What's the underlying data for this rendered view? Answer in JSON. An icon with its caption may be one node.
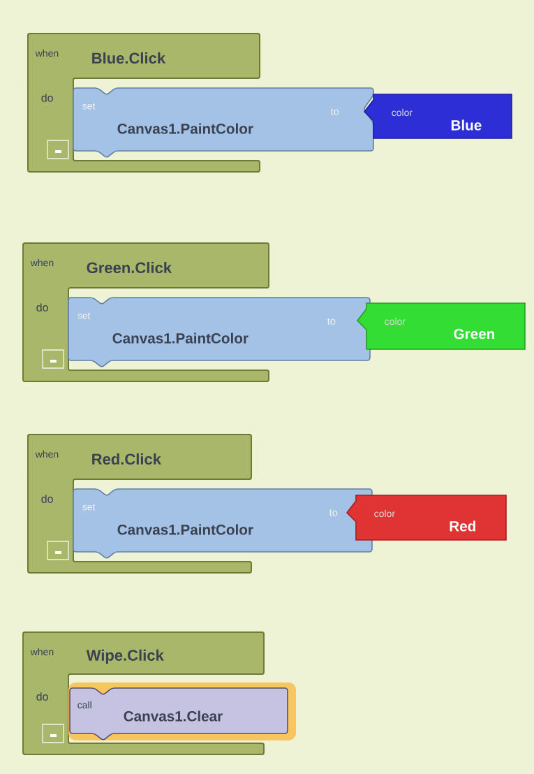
{
  "diagram": {
    "nodes": [
      {
        "text": [
          "when",
          "Blue.Click",
          "do"
        ]
      },
      {
        "text": [
          "set",
          "Canvas1.PaintColor",
          "to"
        ]
      },
      {
        "text": [
          "color",
          "Blue"
        ]
      },
      {
        "text": [
          "when",
          "Green.Click",
          "do"
        ]
      },
      {
        "text": [
          "set",
          "Canvas1.PaintColor",
          "to"
        ]
      },
      {
        "text": [
          "color",
          "Green"
        ]
      },
      {
        "text": [
          "when",
          "Red.Click",
          "do"
        ]
      },
      {
        "text": [
          "set",
          "Canvas1.PaintColor",
          "to"
        ]
      },
      {
        "text": [
          "color",
          "Red"
        ]
      },
      {
        "text": [
          "when",
          "Wipe.Click",
          "do"
        ]
      },
      {
        "text": [
          "call",
          "Canvas1.Clear"
        ]
      }
    ],
    "edges": []
  }
}
